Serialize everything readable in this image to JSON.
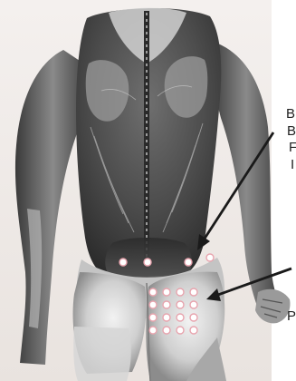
{
  "figure": {
    "subject": "anatomical-back-muscles-illustration",
    "marker_color": "#e8a4ae",
    "arrow_color": "#1a1a1a",
    "labels_right": [
      {
        "text": "B"
      },
      {
        "text": "B"
      },
      {
        "text": "F"
      },
      {
        "text": "I"
      },
      {
        "text": "P"
      }
    ]
  }
}
